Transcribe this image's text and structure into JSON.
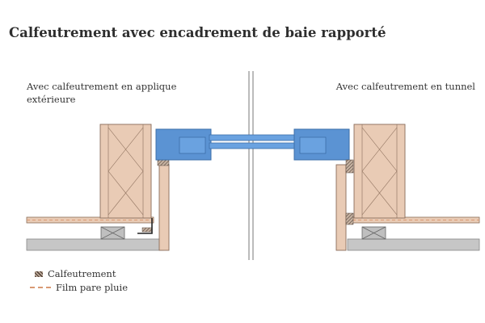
{
  "title": "Calfeutrement avec encadrement de baie rapporté",
  "labels": {
    "left_line1": "Avec calfeutrement en applique",
    "left_line2": "extérieure",
    "right": "Avec calfeutrement en tunnel"
  },
  "legend": {
    "calfeutrement": "Calfeutrement",
    "film": "Film pare pluie"
  },
  "colors": {
    "wood": "#e9cbb5",
    "frame": "#5b93d3",
    "frame_dark": "#3c6fa8",
    "concrete": "#c6c6c6",
    "film": "#d99a74",
    "calfeutrement": "#5a4a40"
  }
}
